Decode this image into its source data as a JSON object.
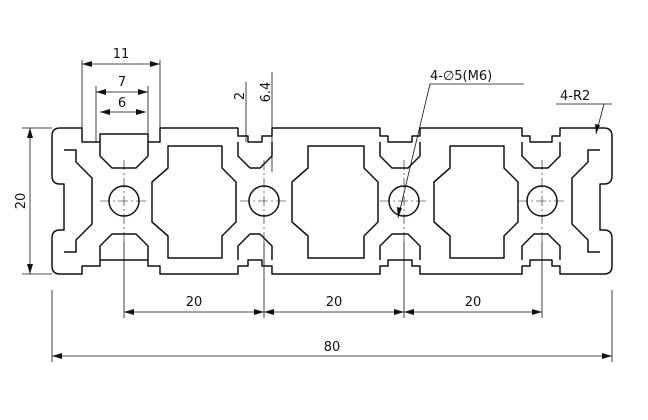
{
  "drawing": {
    "dimensions": {
      "width_total": "80",
      "height": "20",
      "pitch_1": "20",
      "pitch_2": "20",
      "pitch_3": "20",
      "slot_outer": "11",
      "slot_mid": "7",
      "slot_inner": "6",
      "lip": "2",
      "slot_depth": "6.4"
    },
    "callouts": {
      "holes": "4-∅5(M6)",
      "radius": "4-R2"
    }
  }
}
